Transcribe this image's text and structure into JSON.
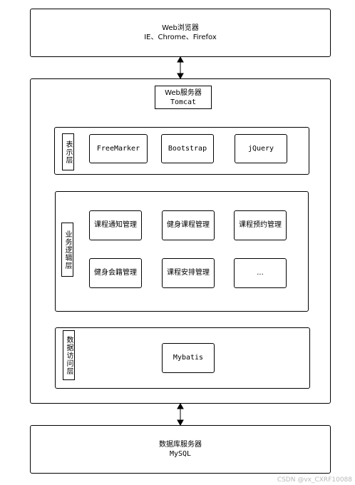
{
  "browser": {
    "title": "Web浏览器",
    "subtitle": "IE、Chrome、Firefox"
  },
  "web_server": {
    "title": "Web服务器",
    "subtitle": "Tomcat"
  },
  "presentation_layer": {
    "label": "表示层",
    "modules": [
      "FreeMarker",
      "Bootstrap",
      "jQuery"
    ]
  },
  "business_layer": {
    "label": "业务逻辑层",
    "modules": [
      "课程通知管理",
      "健身课程管理",
      "课程预约管理",
      "健身会籍管理",
      "课程安排管理",
      "..."
    ]
  },
  "data_access_layer": {
    "label": "数据访问层",
    "modules": [
      "Mybatis"
    ]
  },
  "database": {
    "title": "数据库服务器",
    "subtitle": "MySQL"
  },
  "watermark": "CSDN @vx_CXRF10088"
}
